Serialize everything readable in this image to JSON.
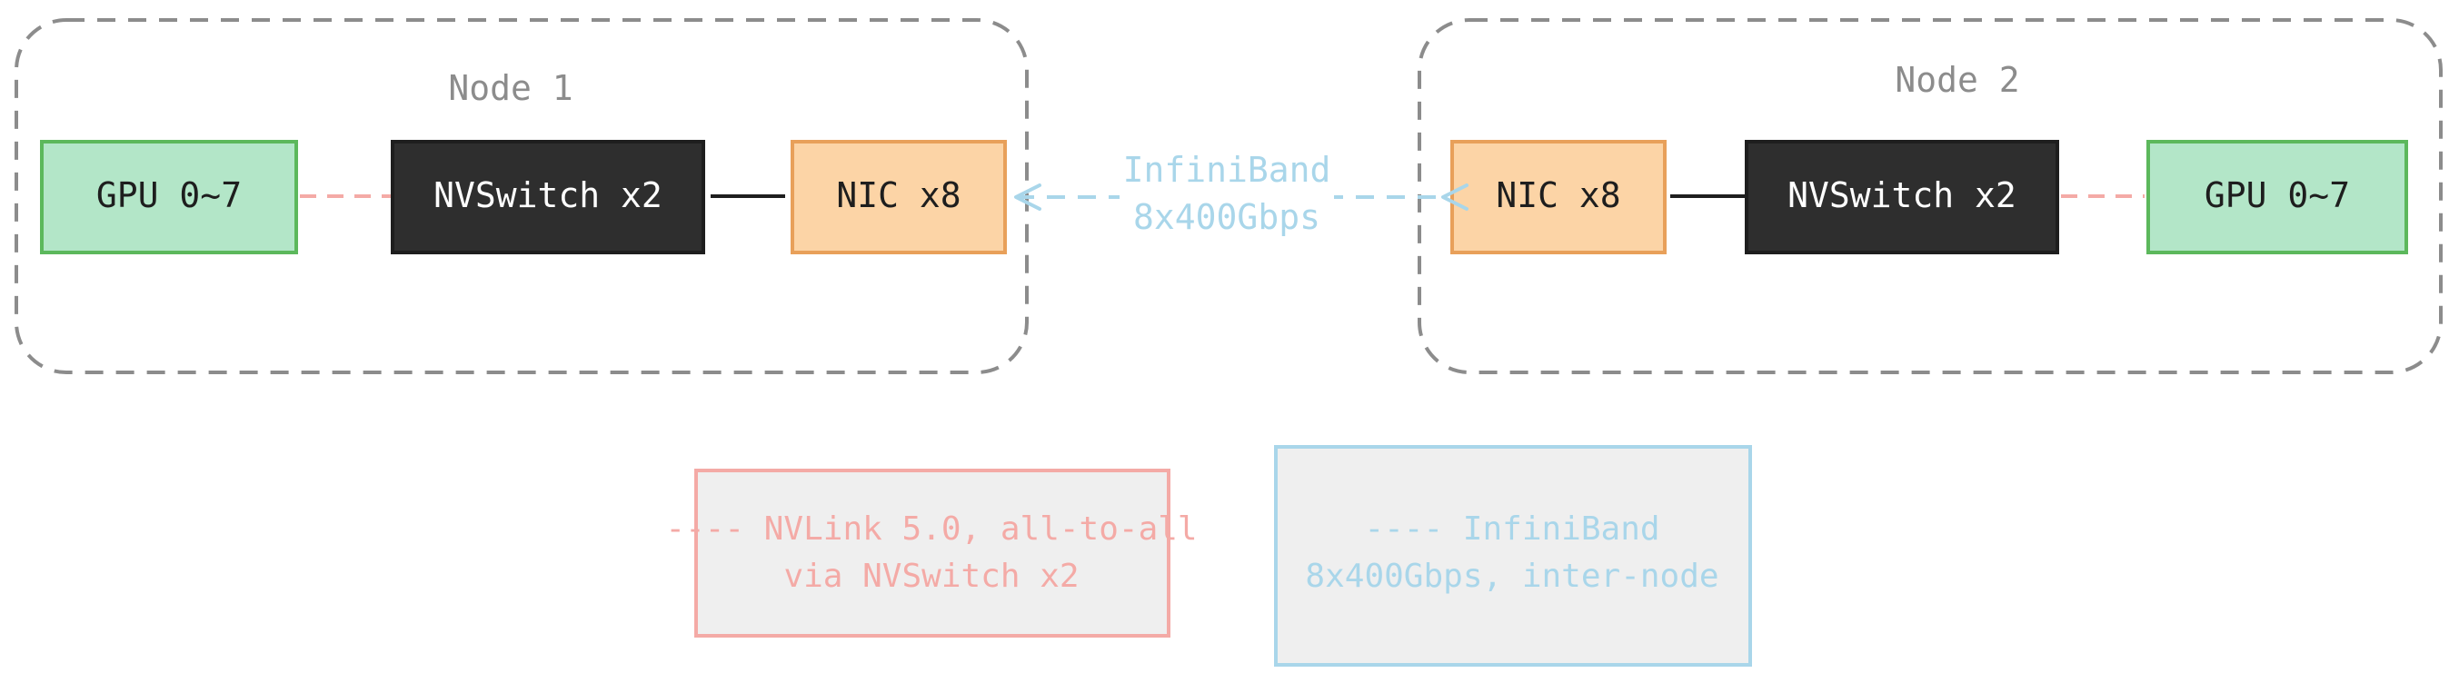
{
  "colors": {
    "cluster_border": "#8c8c8c",
    "cluster_label": "#8c8c8c",
    "gpu_fill": "#b3e6c8",
    "gpu_stroke": "#5cb85c",
    "switch_fill": "#2e2e2e",
    "switch_text": "#ffffff",
    "nic_fill": "#fcd4a6",
    "nic_stroke": "#e8a05a",
    "nvlink": "#f4aaa6",
    "infiniband": "#a9d6ea",
    "legend_fill": "#efefef"
  },
  "nodes": [
    {
      "label": "Node 1",
      "gpu": "GPU 0~7",
      "switch": "NVSwitch x2",
      "nic": "NIC x8"
    },
    {
      "label": "Node 2",
      "gpu": "GPU 0~7",
      "switch": "NVSwitch x2",
      "nic": "NIC x8"
    }
  ],
  "interconnect": {
    "line1": "InfiniBand",
    "line2": "8x400Gbps"
  },
  "legend": {
    "nvlink": {
      "line1": "---- NVLink 5.0, all-to-all",
      "line2": "via NVSwitch x2"
    },
    "infiniband": {
      "line1": "---- InfiniBand",
      "line2": "8x400Gbps, inter-node"
    }
  }
}
